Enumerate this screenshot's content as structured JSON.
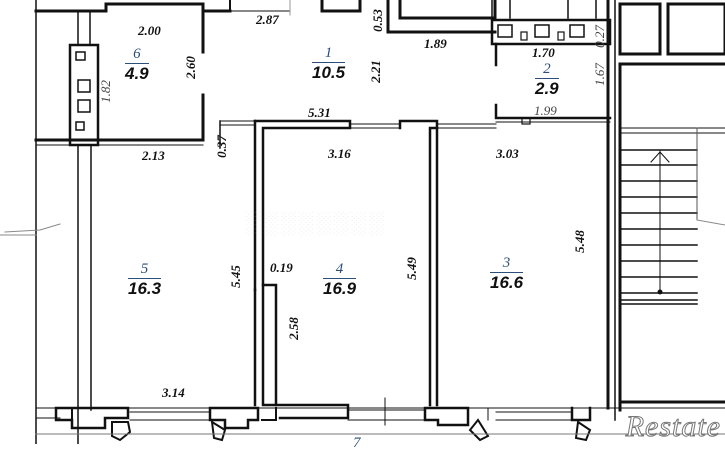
{
  "plan": {
    "type": "apartment-floor-plan",
    "rooms": [
      {
        "id": "room-1",
        "number": "1",
        "area": "10.5"
      },
      {
        "id": "room-2",
        "number": "2",
        "area": "2.9"
      },
      {
        "id": "room-3",
        "number": "3",
        "area": "16.6"
      },
      {
        "id": "room-4",
        "number": "4",
        "area": "16.9"
      },
      {
        "id": "room-5",
        "number": "5",
        "area": "16.3"
      },
      {
        "id": "room-6",
        "number": "6",
        "area": "4.9"
      },
      {
        "id": "room-7",
        "number": "7",
        "area": ""
      }
    ],
    "dimensions": {
      "d_2_00": "2.00",
      "d_2_60": "2.60",
      "d_1_82": "1.82",
      "d_2_87": "2.87",
      "d_0_53": "0.53",
      "d_1_89": "1.89",
      "d_2_21": "2.21",
      "d_5_31": "5.31",
      "d_1_70": "1.70",
      "d_1_99": "1.99",
      "d_0_27": "0.27",
      "d_1_67": "1.67",
      "d_0_37": "0.37",
      "d_2_13": "2.13",
      "d_3_16": "3.16",
      "d_3_03": "3.03",
      "d_5_45": "5.45",
      "d_0_19": "0.19",
      "d_5_49": "5.49",
      "d_5_48": "5.48",
      "d_2_58": "2.58",
      "d_3_14": "3.14"
    },
    "watermark": "Restate",
    "colors": {
      "wall": "#111111",
      "room_number": "#2b4f7a",
      "background": "#ffffff"
    }
  }
}
